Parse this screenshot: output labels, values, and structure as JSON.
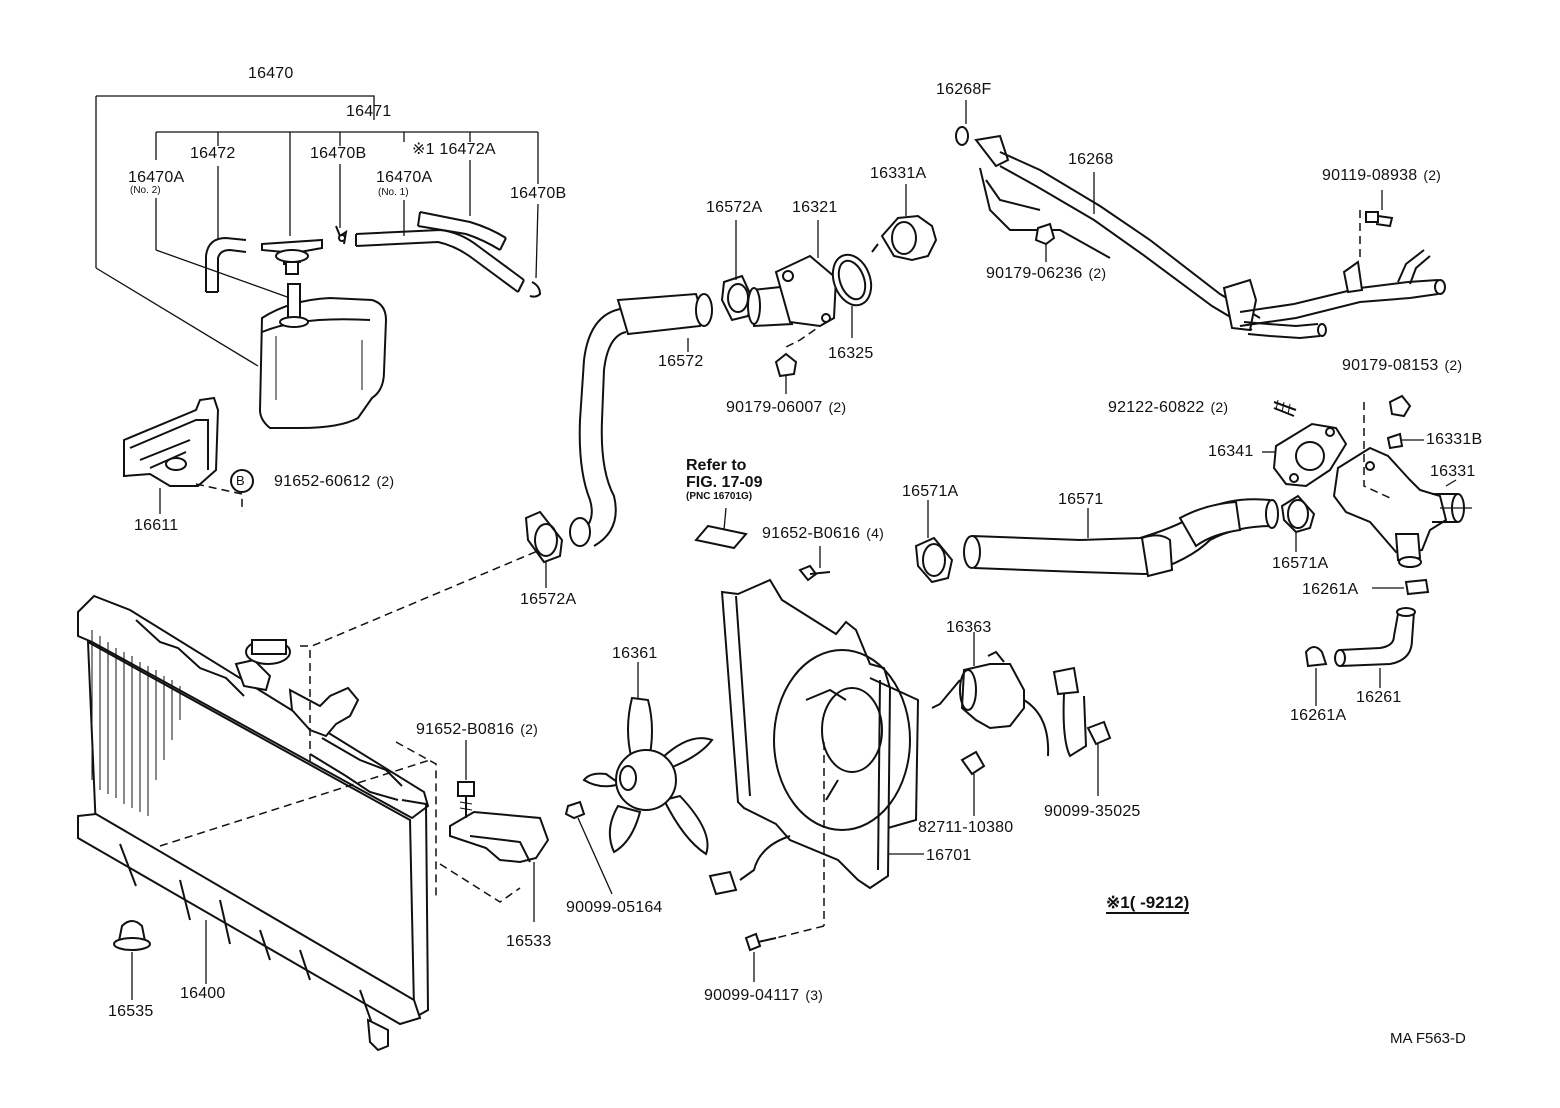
{
  "diagram": {
    "part_labels": [
      {
        "id": "l-16470",
        "text": "16470"
      },
      {
        "id": "l-16471",
        "text": "16471"
      },
      {
        "id": "l-16472",
        "text": "16472"
      },
      {
        "id": "l-16470B-a",
        "text": "16470B"
      },
      {
        "id": "l-16472A",
        "text": "※1 16472A"
      },
      {
        "id": "l-16470A-2",
        "text": "16470A"
      },
      {
        "id": "l-16470A-1",
        "text": "16470A"
      },
      {
        "id": "l-16470B-b",
        "text": "16470B"
      },
      {
        "id": "l-16611",
        "text": "16611"
      },
      {
        "id": "l-91652-60612",
        "text": "91652-60612",
        "qty": "(2)"
      },
      {
        "id": "l-16572A-a",
        "text": "16572A"
      },
      {
        "id": "l-16321",
        "text": "16321"
      },
      {
        "id": "l-16331A",
        "text": "16331A"
      },
      {
        "id": "l-16572",
        "text": "16572"
      },
      {
        "id": "l-16325",
        "text": "16325"
      },
      {
        "id": "l-90179-06007",
        "text": "90179-06007",
        "qty": "(2)"
      },
      {
        "id": "l-16268F",
        "text": "16268F"
      },
      {
        "id": "l-16268",
        "text": "16268"
      },
      {
        "id": "l-90119-08938",
        "text": "90119-08938",
        "qty": "(2)"
      },
      {
        "id": "l-90179-06236",
        "text": "90179-06236",
        "qty": "(2)"
      },
      {
        "id": "l-90179-08153",
        "text": "90179-08153",
        "qty": "(2)"
      },
      {
        "id": "l-92122-60822",
        "text": "92122-60822",
        "qty": "(2)"
      },
      {
        "id": "l-16341",
        "text": "16341"
      },
      {
        "id": "l-16331B",
        "text": "16331B"
      },
      {
        "id": "l-16331",
        "text": "16331"
      },
      {
        "id": "l-16571A-a",
        "text": "16571A"
      },
      {
        "id": "l-16571",
        "text": "16571"
      },
      {
        "id": "l-16571A-b",
        "text": "16571A"
      },
      {
        "id": "l-16261A-a",
        "text": "16261A"
      },
      {
        "id": "l-16261",
        "text": "16261"
      },
      {
        "id": "l-16261A-b",
        "text": "16261A"
      },
      {
        "id": "l-16572A-b",
        "text": "16572A"
      },
      {
        "id": "l-91652-B0616",
        "text": "91652-B0616",
        "qty": "(4)"
      },
      {
        "id": "l-16363",
        "text": "16363"
      },
      {
        "id": "l-16361",
        "text": "16361"
      },
      {
        "id": "l-91652-B0816",
        "text": "91652-B0816",
        "qty": "(2)"
      },
      {
        "id": "l-82711-10380",
        "text": "82711-10380"
      },
      {
        "id": "l-90099-35025",
        "text": "90099-35025"
      },
      {
        "id": "l-16701",
        "text": "16701"
      },
      {
        "id": "l-90099-05164",
        "text": "90099-05164"
      },
      {
        "id": "l-16533",
        "text": "16533"
      },
      {
        "id": "l-16535",
        "text": "16535"
      },
      {
        "id": "l-16400",
        "text": "16400"
      },
      {
        "id": "l-90099-04117",
        "text": "90099-04117",
        "qty": "(3)"
      }
    ],
    "sub_labels": [
      {
        "id": "s-no2",
        "text": "(No. 2)"
      },
      {
        "id": "s-no1",
        "text": "(No. 1)"
      }
    ],
    "reference": {
      "line1": "Refer to",
      "line2": "FIG. 17-09",
      "pnc": "(PNC 16701G)"
    },
    "circled_marker": "B",
    "footnote": "※1(      -9212)",
    "figure_code": "MA F563-D"
  }
}
